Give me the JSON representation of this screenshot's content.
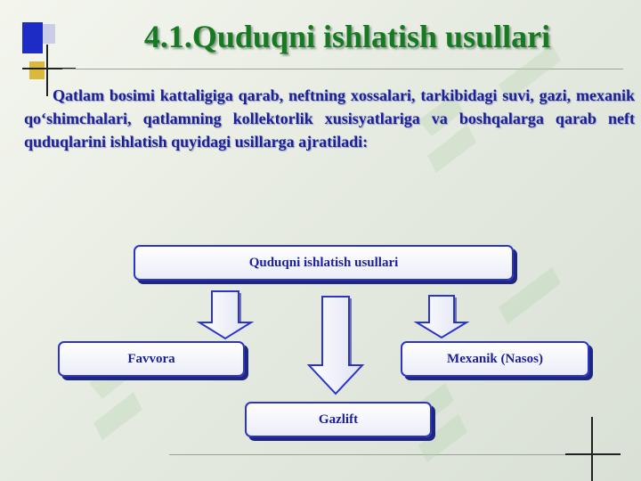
{
  "slide": {
    "title": "4.1.Quduqni ishlatish usullari",
    "paragraph": "Qatlam bosimi kattaligiga qarab, neftning xossalari, tarkibidagi suvi, gazi, mexanik qo‘shimchalari, qatlamning kollektorlik xusisyatlariga va boshqalarga qarab neft quduqlarini ishlatish quyidagi usillarga ajratiladi:"
  },
  "diagram": {
    "root": "Quduqni ishlatish usullari",
    "methods": {
      "left": "Favvora",
      "right": "Mexanik (Nasos)",
      "center": "Gazlift"
    }
  },
  "colors": {
    "title": "#157a22",
    "text": "#1b1f9c",
    "box_border": "#2b35c9",
    "accent_blue": "#1c2cc4",
    "accent_yellow": "#d9b83a"
  }
}
